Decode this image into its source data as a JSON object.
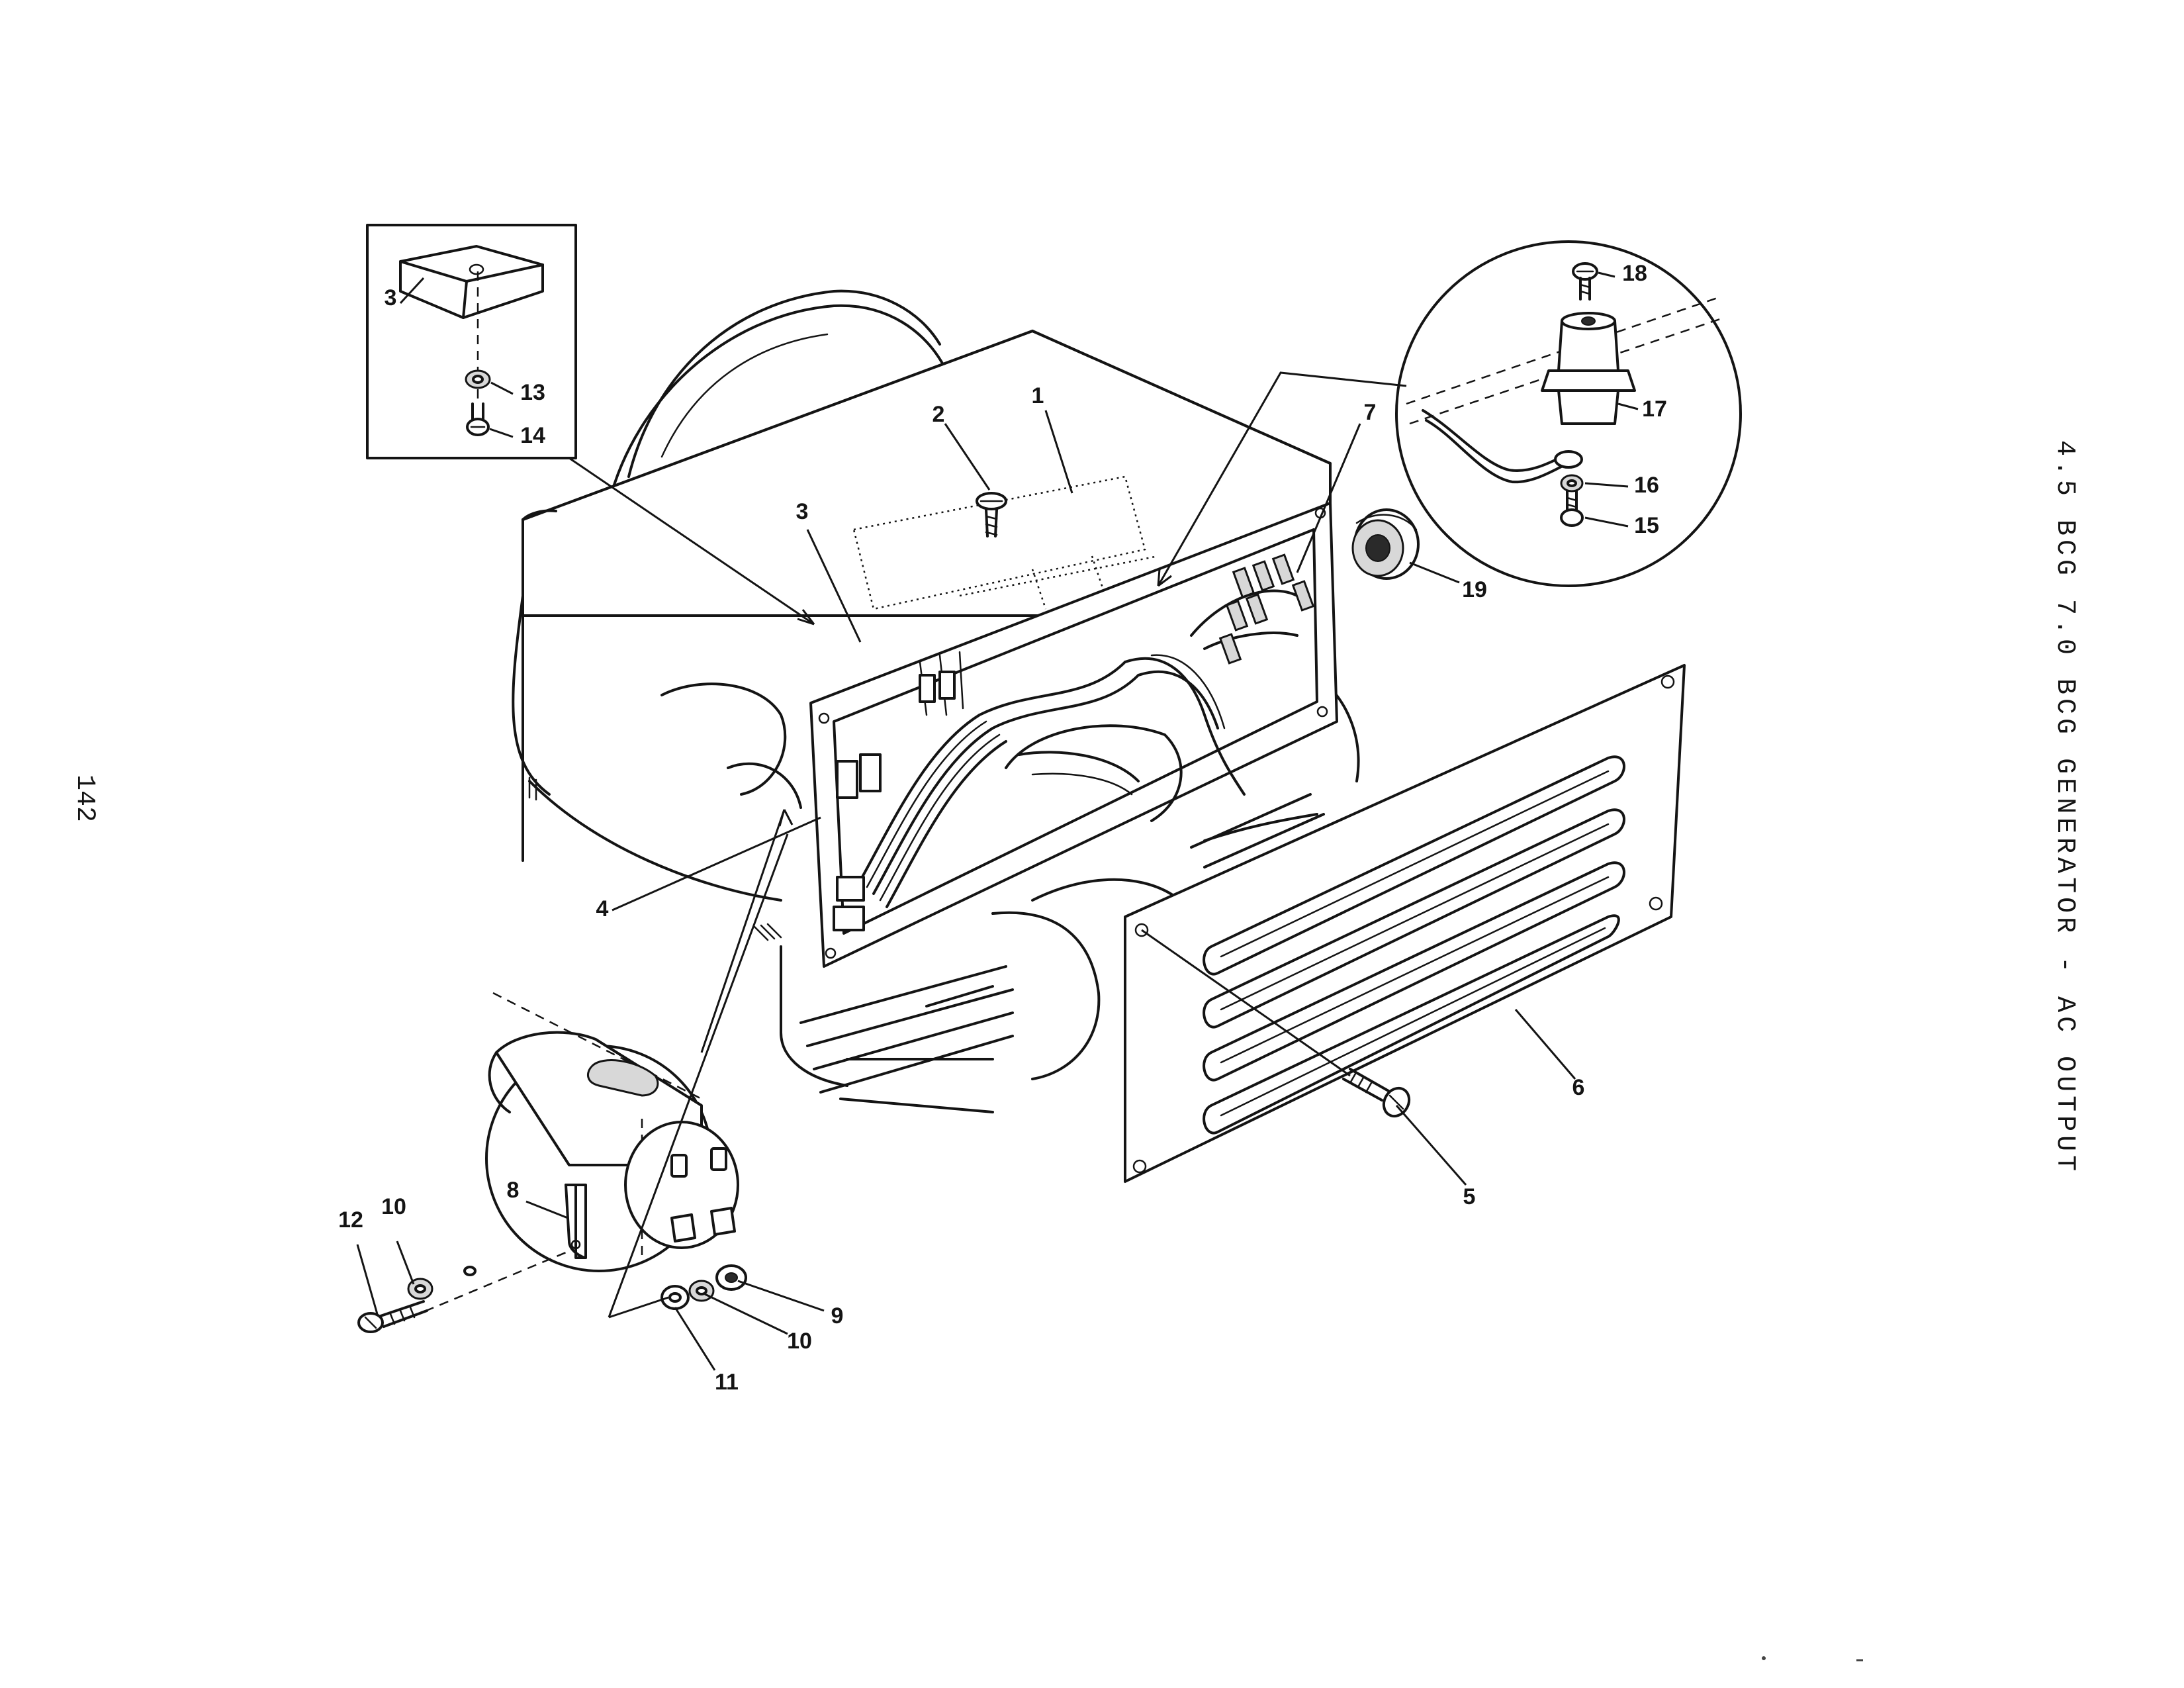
{
  "document": {
    "section_title": "4.5 BCG 7.0 BCG GENERATOR - AC OUTPUT",
    "page_number": "142"
  },
  "callouts": {
    "c1": "1",
    "c2": "2",
    "c3_main": "3",
    "c3_inset": "3",
    "c4": "4",
    "c5": "5",
    "c6": "6",
    "c7": "7",
    "c8": "8",
    "c9": "9",
    "c10_left": "10",
    "c10_right": "10",
    "c11": "11",
    "c12": "12",
    "c13": "13",
    "c14": "14",
    "c15": "15",
    "c16": "16",
    "c17": "17",
    "c18": "18",
    "c19": "19"
  }
}
